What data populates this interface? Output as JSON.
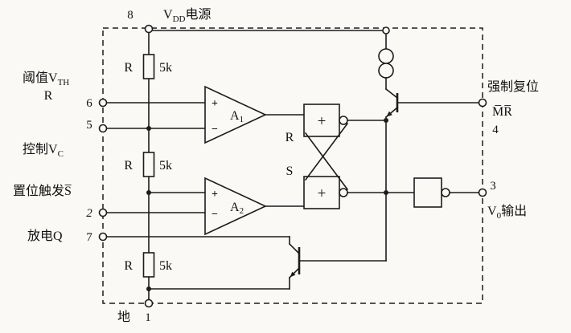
{
  "colors": {
    "ink": "#1c1c1c",
    "paper": "#faf9f6"
  },
  "labels": {
    "pin8": "8",
    "vdd": {
      "pre": "V",
      "sub": "DD",
      "post": "电源"
    },
    "threshold": {
      "pre": "阈值V",
      "sub": "TH"
    },
    "threshold_r": "R",
    "pin6": "6",
    "pin5": "5",
    "control": {
      "pre": "控制V",
      "sub": "C"
    },
    "trigger": "置位触发S̅",
    "pin2": "2",
    "discharge": "放电Q",
    "pin7": "7",
    "ground": "地",
    "pin1": "1",
    "force_reset": "强制复位",
    "mr": "M̅R̅",
    "pin4": "4",
    "pin3": "3",
    "output": {
      "pre": "V",
      "sub": "0",
      "post": "输出"
    },
    "resistor": {
      "name": "R",
      "value": "5k"
    },
    "comp1": {
      "pre": "A",
      "sub": "1"
    },
    "comp2": {
      "pre": "A",
      "sub": "2"
    },
    "plus": "+",
    "minus": "−",
    "ff": {
      "r": "R",
      "s": "S"
    },
    "gate_plus": "+"
  }
}
